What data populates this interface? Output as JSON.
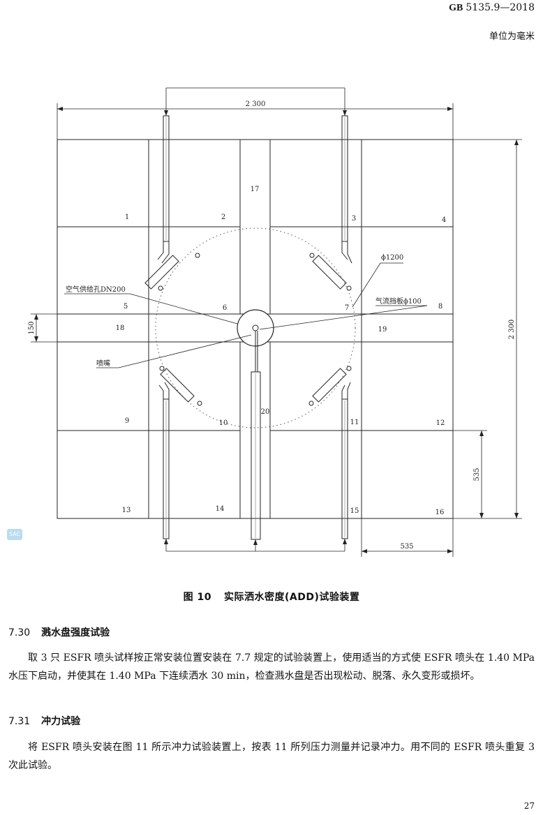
{
  "header": {
    "std_prefix": "GB",
    "std_number": "5135.9—2018",
    "unit_note": "单位为毫米"
  },
  "drawing": {
    "dims": {
      "top_width": "2 300",
      "right_height": "2 300",
      "side_150": "150",
      "right_535": "535",
      "bottom_535": "535"
    },
    "cell_labels": [
      "1",
      "2",
      "17",
      "3",
      "4",
      "5",
      "6",
      "7",
      "8",
      "18",
      "19",
      "9",
      "10",
      "20",
      "11",
      "12",
      "13",
      "14",
      "15",
      "16"
    ],
    "callouts": {
      "phi1200": "ϕ1200",
      "air_hole": "空气供给孔DN200",
      "deflector": "气流挡板ϕ100",
      "nozzle": "喷嘴"
    }
  },
  "figure": {
    "number": "图 10",
    "title": "实际洒水密度(ADD)试验装置"
  },
  "sections": [
    {
      "number": "7.30",
      "title": "溅水盘强度试验",
      "text": "取 3 只 ESFR 喷头试样按正常安装位置安装在 7.7 规定的试验装置上，使用适当的方式使 ESFR 喷头在 1.40 MPa 水压下启动，并使其在 1.40 MPa 下连续洒水 30 min，检查溅水盘是否出现松动、脱落、永久变形或损坏。"
    },
    {
      "number": "7.31",
      "title": "冲力试验",
      "text": "将 ESFR 喷头安装在图 11 所示冲力试验装置上，按表 11 所列压力测量并记录冲力。用不同的 ESFR 喷头重复 3 次此试验。"
    }
  ],
  "page_number": "27",
  "watermark": "SAC"
}
